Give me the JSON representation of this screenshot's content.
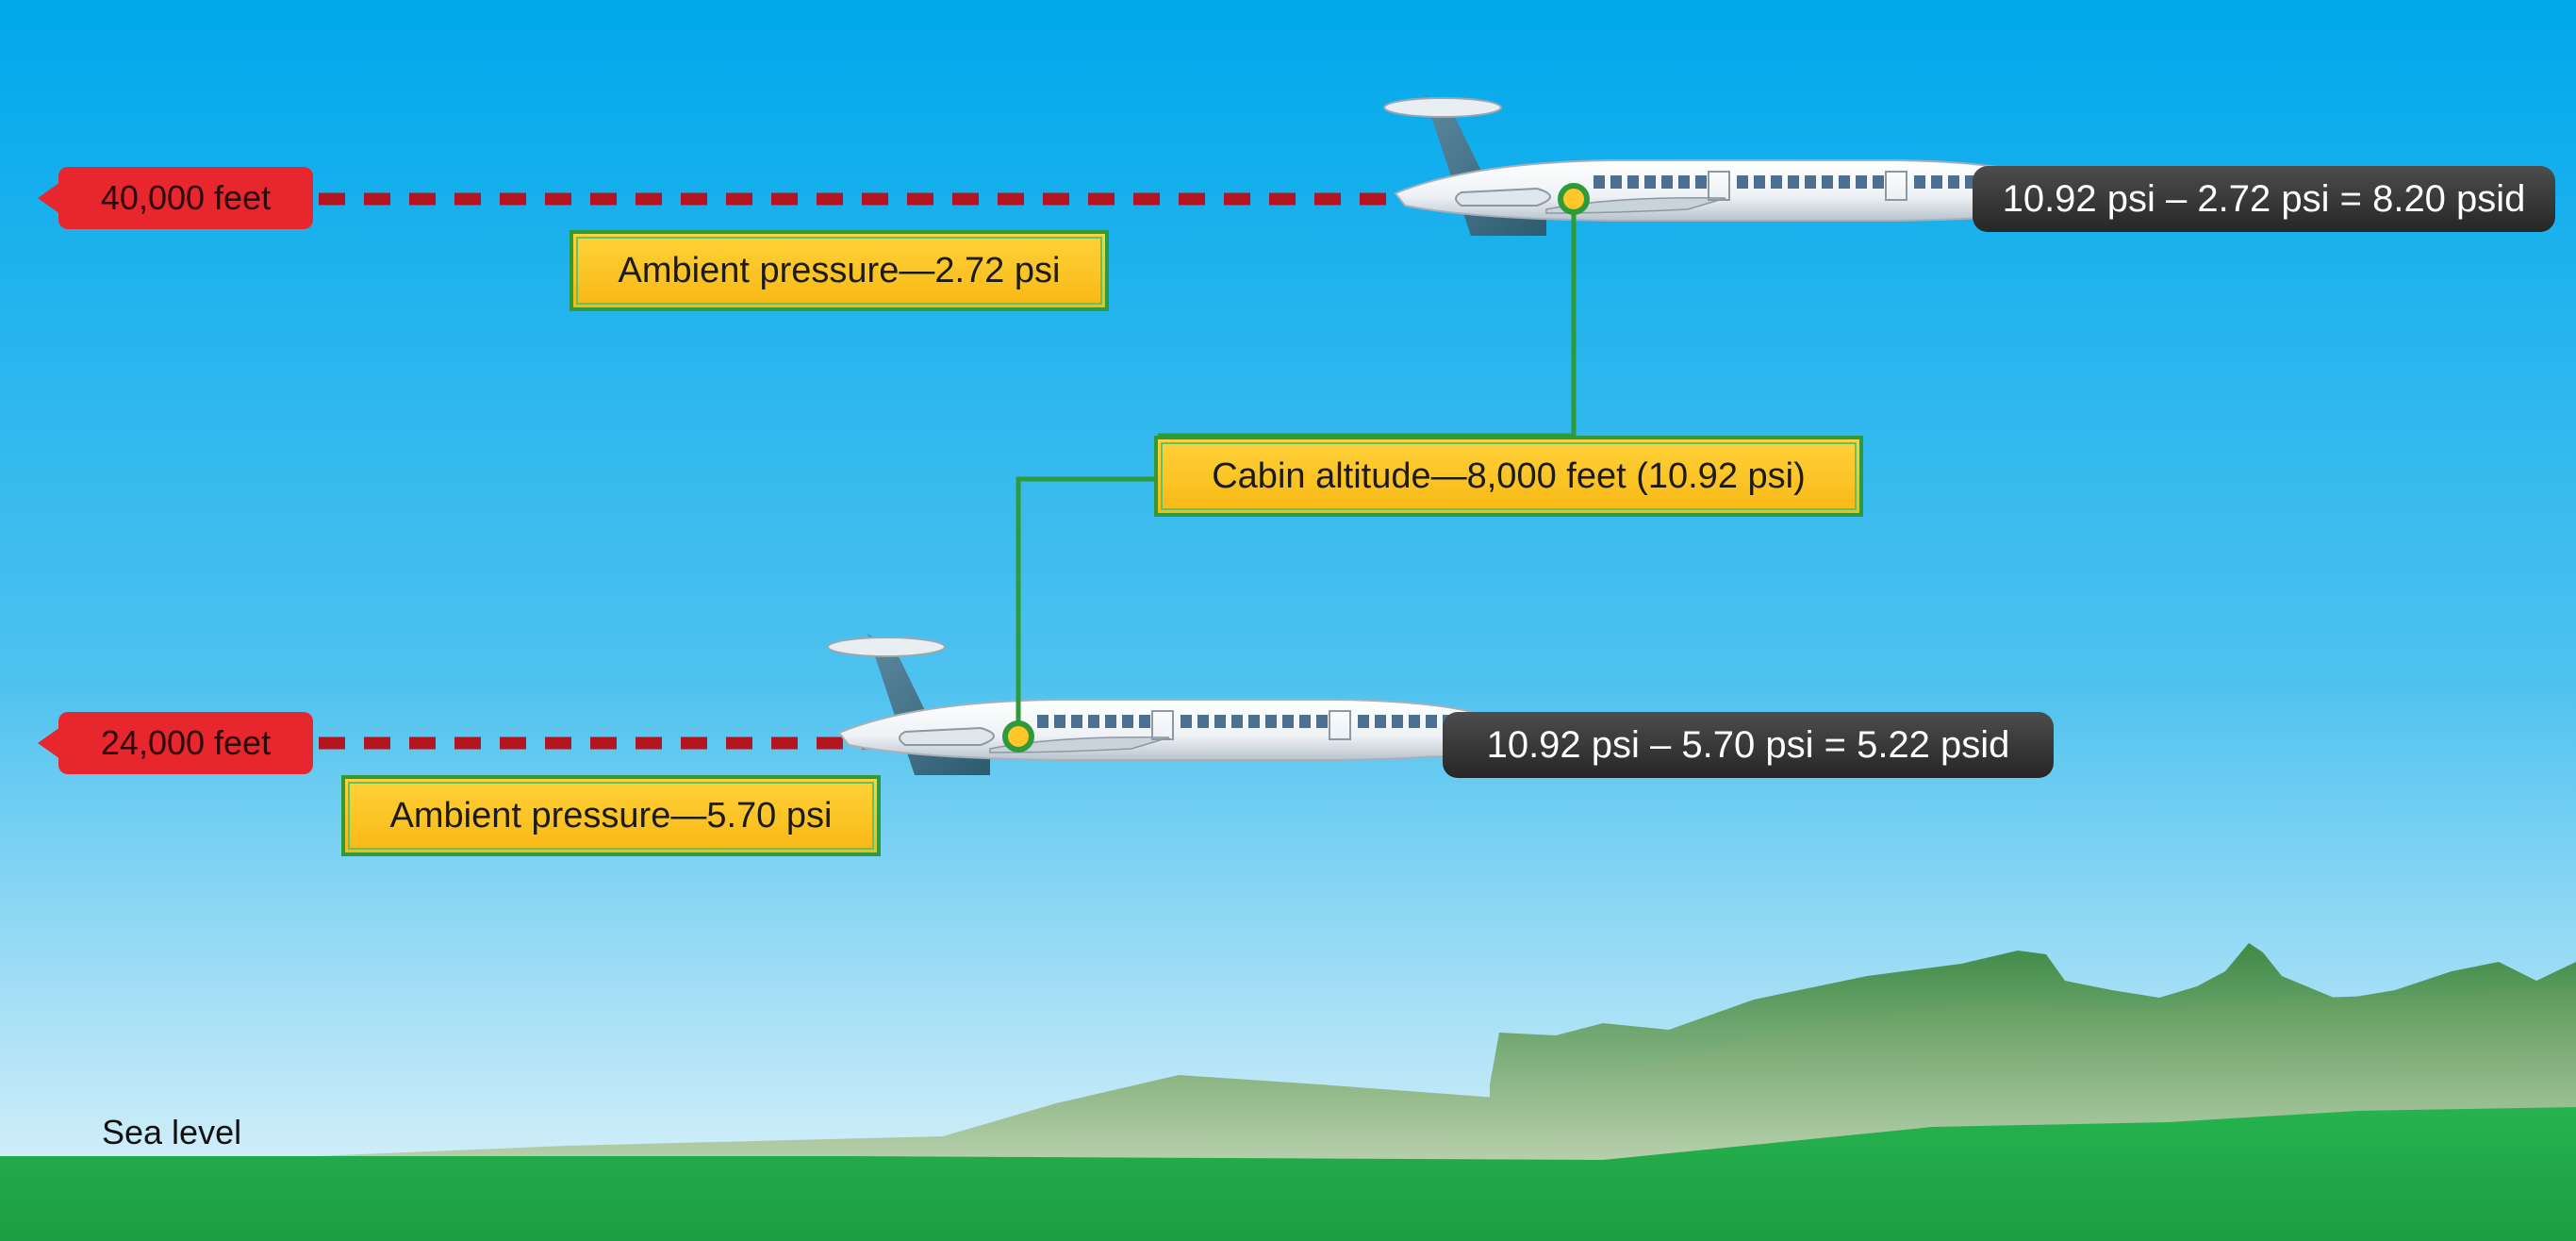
{
  "colors": {
    "sky_top": "#00a8ec",
    "sky_bottom": "#e4f4fb",
    "ground": "#21ad4b",
    "altitude_tag": "#e8262e",
    "dashed_line": "#b3141e",
    "label_fill": "#ffc72a",
    "label_border": "#2e9a3b",
    "equation_fill": "#333333"
  },
  "altitudes": {
    "high": "40,000 feet",
    "low": "24,000 feet"
  },
  "ambient": {
    "high": "Ambient pressure—2.72 psi",
    "low": "Ambient pressure—5.70 psi"
  },
  "cabin_altitude": "Cabin altitude—8,000 feet (10.92 psi)",
  "differentials": {
    "high": "10.92 psi – 2.72 psi = 8.20 psid",
    "low": "10.92 psi – 5.70 psi = 5.22 psid"
  },
  "sea_level": "Sea level"
}
